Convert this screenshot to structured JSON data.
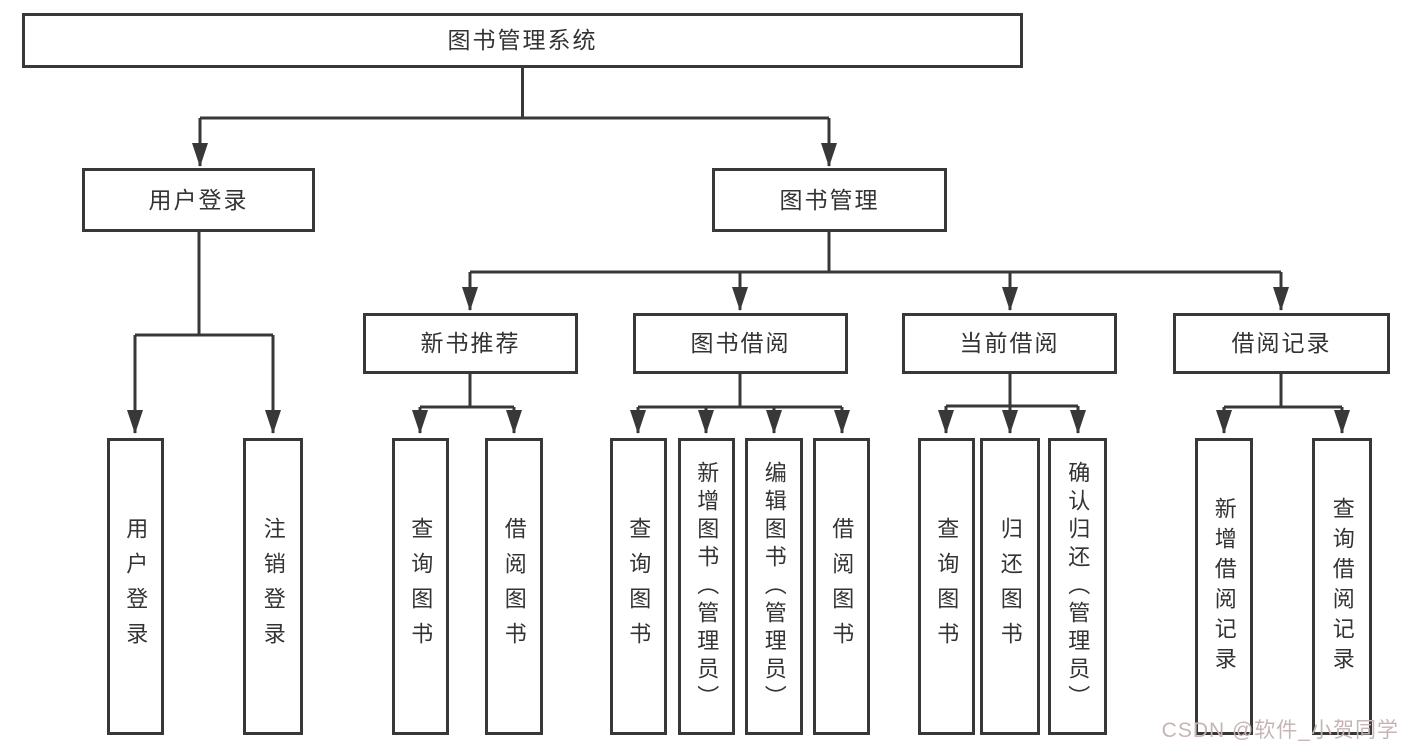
{
  "diagram": {
    "type": "hierarchy-tree",
    "root": {
      "label": "图书管理系统",
      "children": [
        {
          "label": "用户登录",
          "children": [
            {
              "label": "用户登录"
            },
            {
              "label": "注销登录"
            }
          ]
        },
        {
          "label": "图书管理",
          "children": [
            {
              "label": "新书推荐",
              "children": [
                {
                  "label": "查询图书"
                },
                {
                  "label": "借阅图书"
                }
              ]
            },
            {
              "label": "图书借阅",
              "children": [
                {
                  "label": "查询图书"
                },
                {
                  "label": "新增图书（管理员）"
                },
                {
                  "label": "编辑图书（管理员）"
                },
                {
                  "label": "借阅图书"
                }
              ]
            },
            {
              "label": "当前借阅",
              "children": [
                {
                  "label": "查询图书"
                },
                {
                  "label": "归还图书"
                },
                {
                  "label": "确认归还（管理员）"
                }
              ]
            },
            {
              "label": "借阅记录",
              "children": [
                {
                  "label": "新增借阅记录"
                },
                {
                  "label": "查询借阅记录"
                }
              ]
            }
          ]
        }
      ]
    },
    "colors": {
      "line": "#383838",
      "text": "#333333",
      "box_background": "#ffffff",
      "page_background": "#ffffff",
      "watermark": "#c7b4b4"
    }
  },
  "watermark": {
    "text": "CSDN @软件_小贺同学"
  }
}
